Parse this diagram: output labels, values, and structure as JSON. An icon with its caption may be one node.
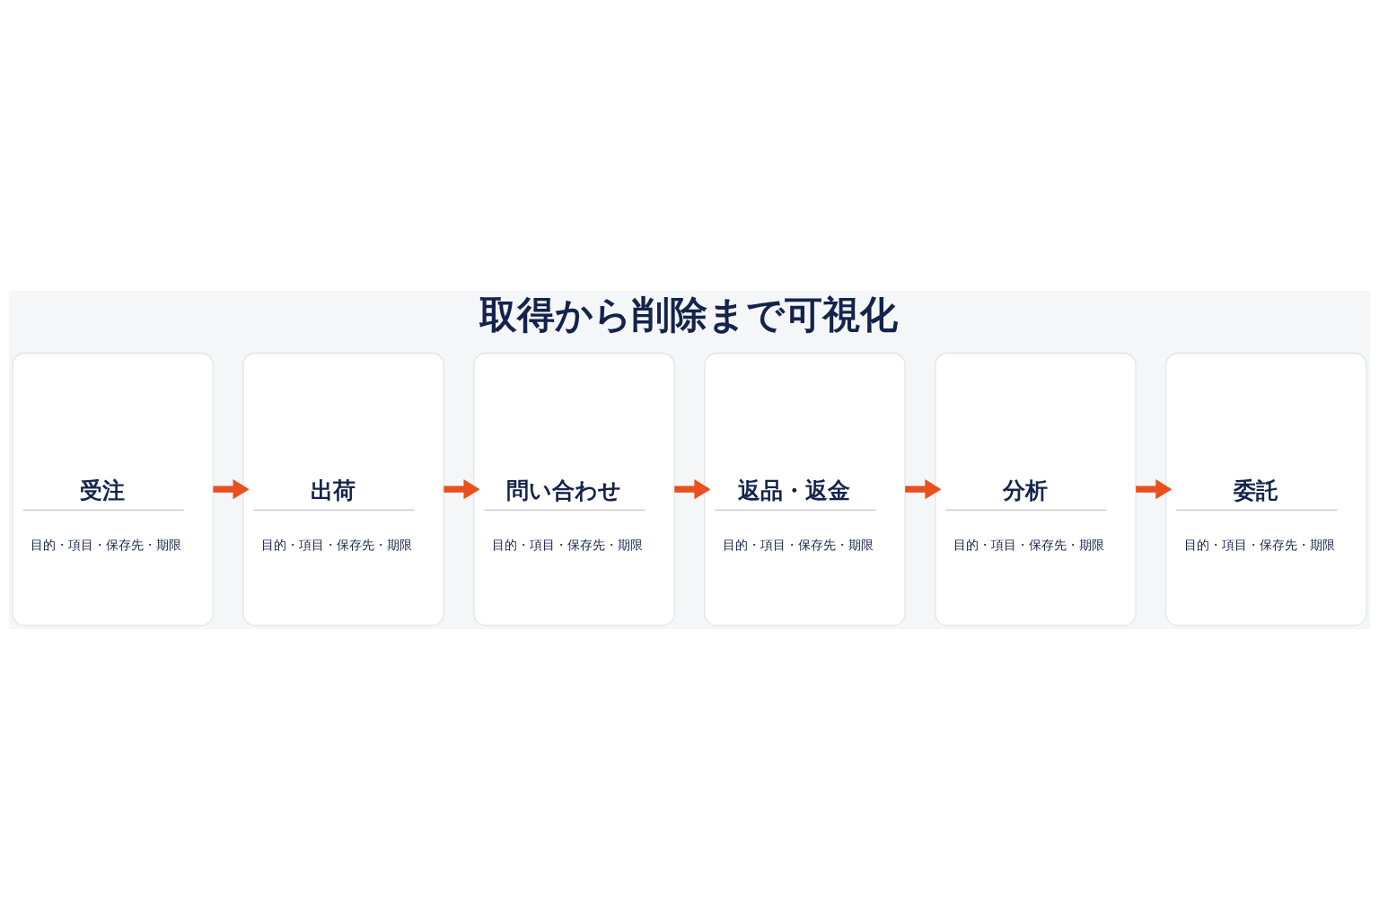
{
  "diagram": {
    "title": "取得から削除まで可視化",
    "nodes": [
      {
        "text": [
          "受注",
          "目的・項目・保存先・期限"
        ]
      },
      {
        "text": [
          "出荷",
          "目的・項目・保存先・期限"
        ]
      },
      {
        "text": [
          "問い合わせ",
          "目的・項目・保存先・期限"
        ]
      },
      {
        "text": [
          "返品・返金",
          "目的・項目・保存先・期限"
        ]
      },
      {
        "text": [
          "分析",
          "目的・項目・保存先・期限"
        ]
      },
      {
        "text": [
          "委託",
          "目的・項目・保存先・期限"
        ]
      }
    ],
    "edges": [
      {
        "from": 0,
        "to": 1,
        "arrow": "to"
      },
      {
        "from": 1,
        "to": 2,
        "arrow": "to"
      },
      {
        "from": 2,
        "to": 3,
        "arrow": "to"
      },
      {
        "from": 3,
        "to": 4,
        "arrow": "to"
      },
      {
        "from": 4,
        "to": 5,
        "arrow": "to"
      }
    ]
  }
}
